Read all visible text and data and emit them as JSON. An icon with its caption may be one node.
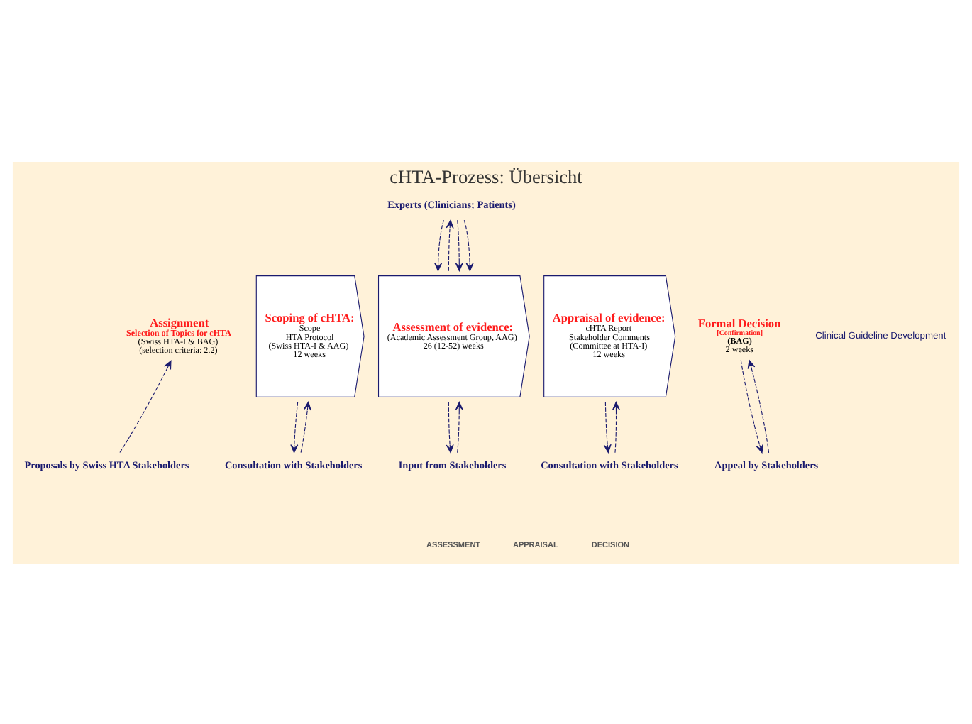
{
  "diagram": {
    "title": "cHTA-Prozess: Übersicht",
    "nodes": [
      {
        "text": [
          "Assignment",
          "Selection of Topics for cHTA",
          "(Swiss HTA-I & BAG)",
          "(selection criteria: 2.2)"
        ]
      },
      {
        "text": [
          "Scoping of cHTA:",
          "Scope",
          "HTA Protocol",
          "(Swiss HTA-I & AAG)",
          "12 weeks"
        ]
      },
      {
        "text": [
          "Assessment of evidence:",
          "(Academic Assessment Group, AAG)",
          "26 (12-52) weeks"
        ]
      },
      {
        "text": [
          "Appraisal of evidence:",
          "cHTA Report",
          "Stakeholder Comments",
          "(Committee at HTA-I)",
          "12 weeks"
        ]
      },
      {
        "text": [
          "Formal Decision",
          "[Confirmation]",
          "(BAG)",
          "2 weeks"
        ]
      },
      {
        "text": [
          "Experts (Clinicians; Patients)"
        ]
      },
      {
        "text": [
          "Proposals by Swiss HTA Stakeholders"
        ]
      },
      {
        "text": [
          "Consultation with Stakeholders"
        ]
      },
      {
        "text": [
          "Input from Stakeholders"
        ]
      },
      {
        "text": [
          "Consultation with Stakeholders"
        ]
      },
      {
        "text": [
          "Appeal by Stakeholders"
        ]
      }
    ],
    "edges": [
      {
        "from": 6,
        "to": 0,
        "arrow": "to",
        "style": "dashed"
      },
      {
        "from": 1,
        "to": 7,
        "arrow": "to",
        "style": "dashed"
      },
      {
        "from": 7,
        "to": 1,
        "arrow": "to",
        "style": "dashed"
      },
      {
        "from": 2,
        "to": 5,
        "arrow": "to",
        "style": "dashed"
      },
      {
        "from": 5,
        "to": 2,
        "arrow": "to",
        "style": "dashed"
      },
      {
        "from": 5,
        "to": 2,
        "arrow": "to",
        "style": "dashed"
      },
      {
        "from": 5,
        "to": 2,
        "arrow": "to",
        "style": "dashed"
      },
      {
        "from": 2,
        "to": 8,
        "arrow": "to",
        "style": "dashed"
      },
      {
        "from": 8,
        "to": 2,
        "arrow": "to",
        "style": "dashed"
      },
      {
        "from": 3,
        "to": 9,
        "arrow": "to",
        "style": "dashed"
      },
      {
        "from": 9,
        "to": 3,
        "arrow": "to",
        "style": "dashed"
      },
      {
        "from": 4,
        "to": 10,
        "arrow": "to",
        "style": "dashed"
      },
      {
        "from": 10,
        "to": 4,
        "arrow": "to",
        "style": "dashed"
      }
    ],
    "labels": [
      "Clinical Guideline Development",
      "ASSESSMENT",
      "APPRAISAL",
      "DECISION"
    ]
  }
}
